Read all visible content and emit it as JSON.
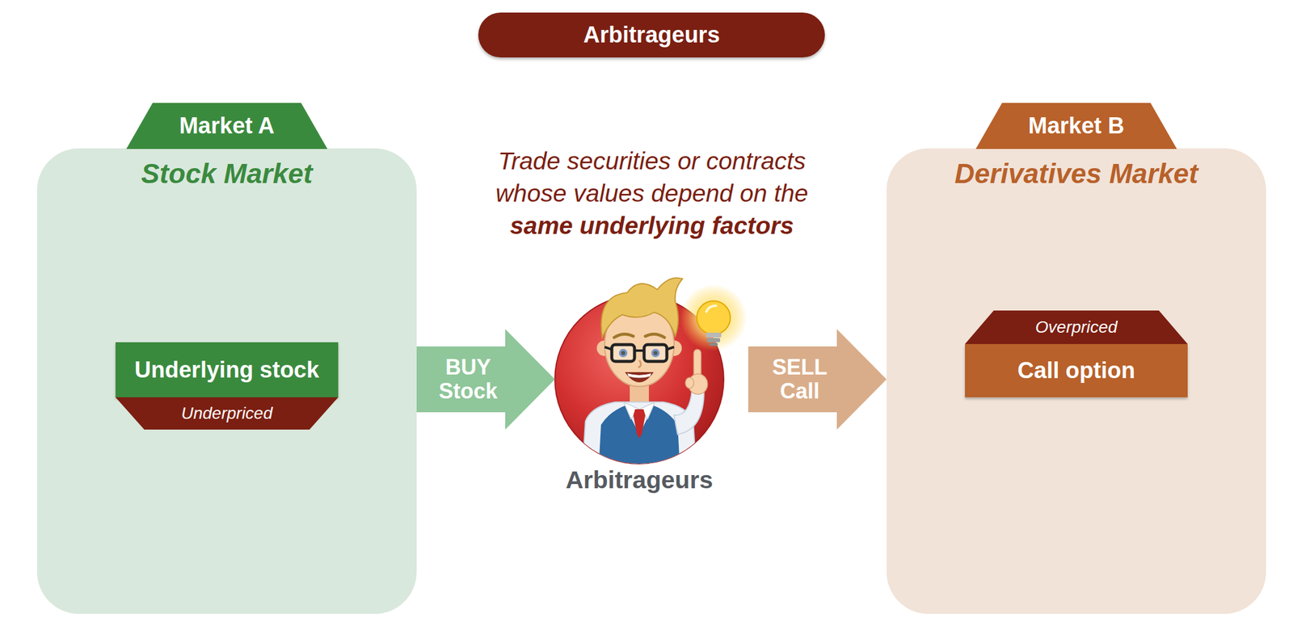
{
  "diagram": {
    "title": "Arbitrageurs",
    "nodes": [
      {
        "text": [
          "Market A",
          "Stock Market"
        ]
      },
      {
        "text": [
          "Underlying stock",
          "Underpriced"
        ],
        "in": 0
      },
      {
        "text": [
          "Arbitrageurs"
        ]
      },
      {
        "text": [
          "Market B",
          "Derivatives Market"
        ]
      },
      {
        "text": [
          "Overpriced",
          "Call option"
        ],
        "in": 3
      }
    ],
    "edges": [
      {
        "from": 0,
        "to": 2,
        "label": "BUY Stock",
        "arrow": "to"
      },
      {
        "from": 2,
        "to": 3,
        "label": "SELL Call",
        "arrow": "to"
      }
    ],
    "labels": [
      "Trade securities or contracts whose values depend on the",
      "same underlying factors"
    ]
  }
}
